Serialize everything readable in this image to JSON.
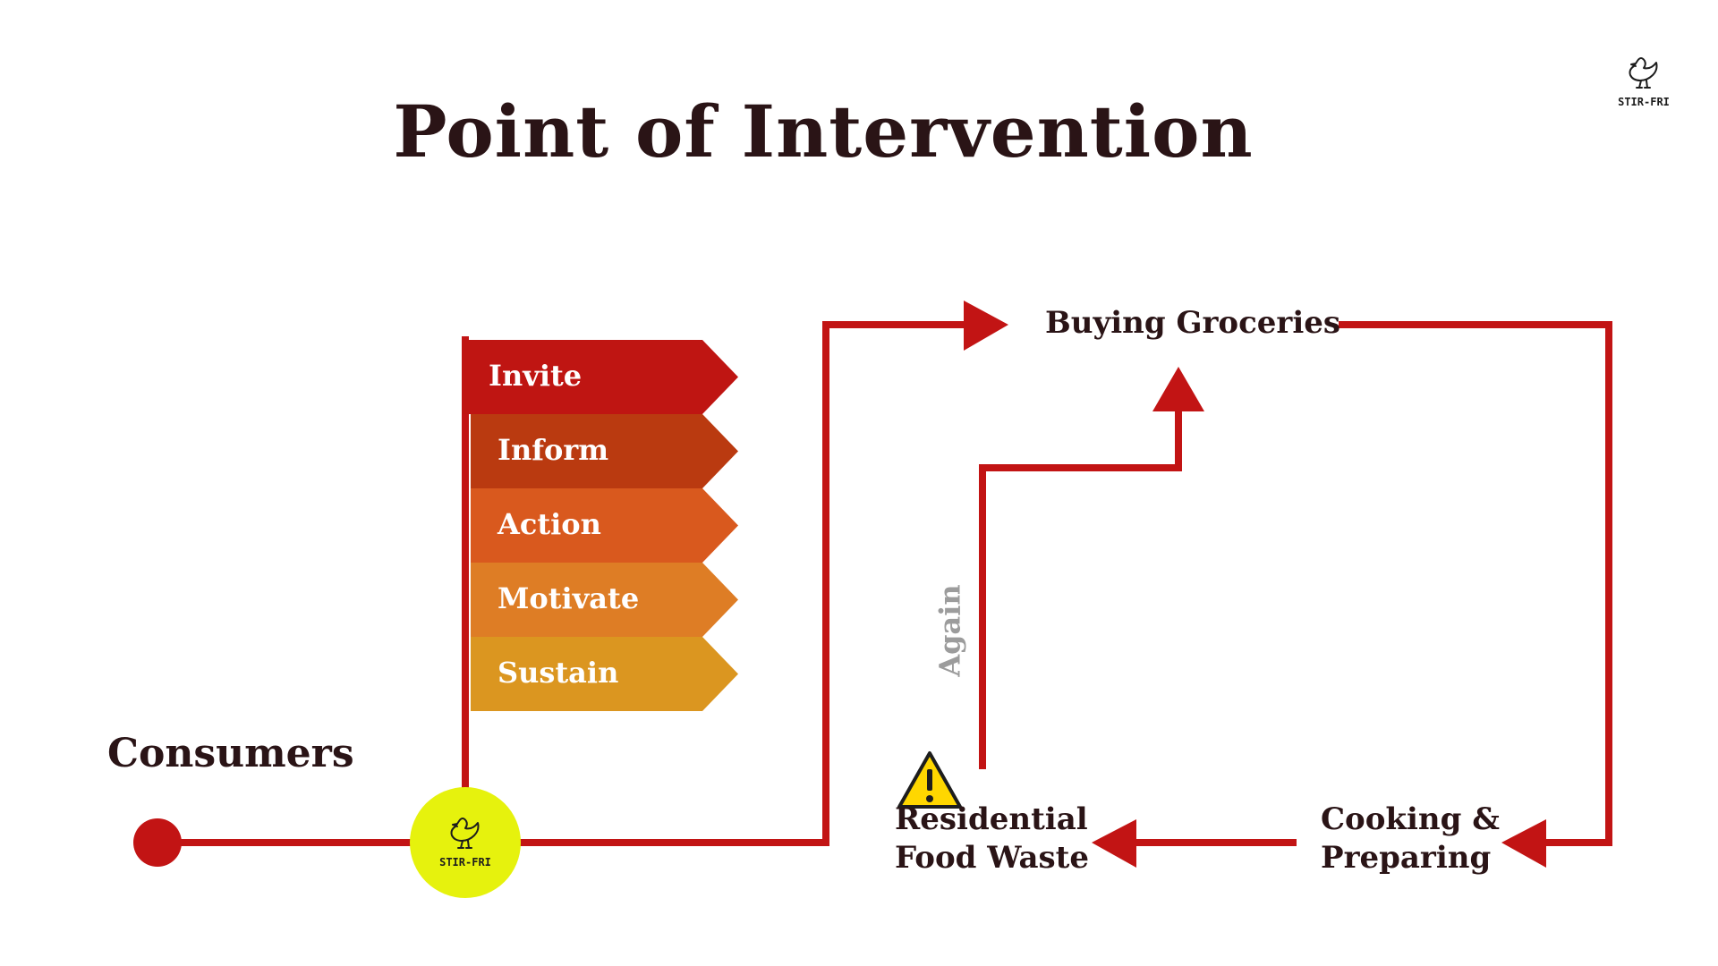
{
  "title": "Point of Intervention",
  "brand": {
    "name": "STIR-FRI"
  },
  "nodes": {
    "consumers": "Consumers",
    "buying_groceries": "Buying Groceries",
    "cooking_line1": "Cooking &",
    "cooking_line2": "Preparing",
    "waste_line1": "Residential",
    "waste_line2": "Food Waste",
    "again": "Again"
  },
  "steps": [
    {
      "label": "Invite",
      "color": "#bf1512"
    },
    {
      "label": "Inform",
      "color": "#ba3a10"
    },
    {
      "label": "Action",
      "color": "#d9591e"
    },
    {
      "label": "Motivate",
      "color": "#de7d25"
    },
    {
      "label": "Sustain",
      "color": "#db9620"
    }
  ],
  "colors": {
    "flow_line": "#c21414",
    "highlight": "#e6f20d",
    "warning": "#ffd700",
    "text": "#2a1416",
    "muted": "#9c9c9c"
  },
  "icons": {
    "warning": "warning-icon",
    "bird": "bird-logo-icon"
  }
}
